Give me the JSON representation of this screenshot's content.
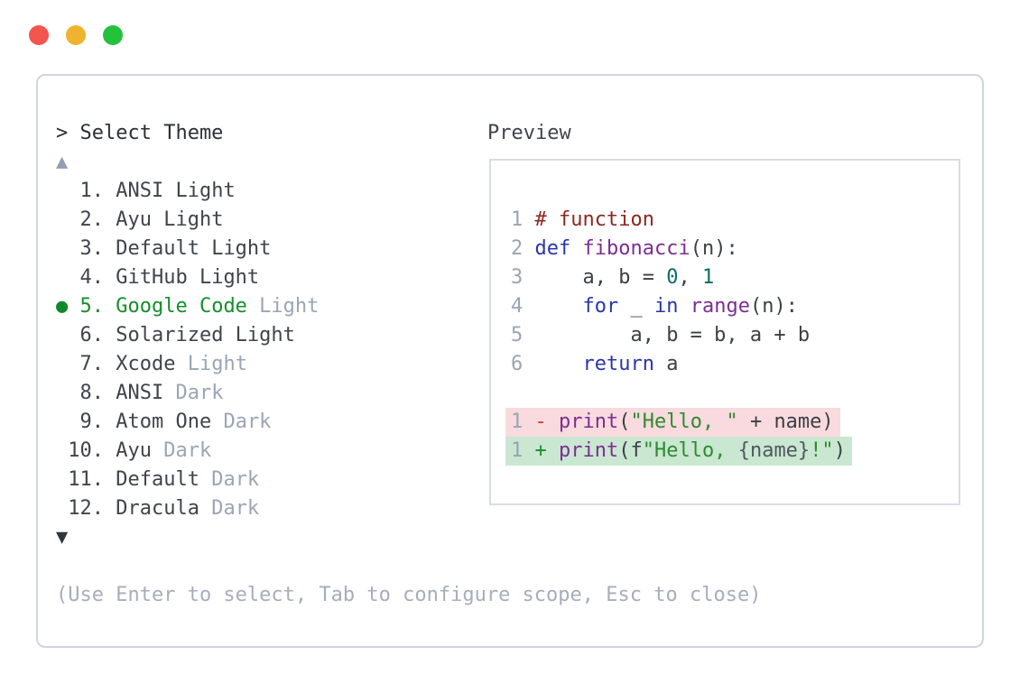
{
  "window": {
    "traffic_lights": [
      {
        "name": "close",
        "color": "#f2564f"
      },
      {
        "name": "minimize",
        "color": "#f0b32e"
      },
      {
        "name": "zoom",
        "color": "#24c13b"
      }
    ]
  },
  "dialog": {
    "title": "> Select Theme",
    "scroll_up_indicator": "▲",
    "scroll_down_indicator": "▼",
    "selected_bullet": "●",
    "footer_hint": "(Use Enter to select, Tab to configure scope, Esc to close)",
    "selected_color": "#148f2b",
    "themes": [
      {
        "number": "1",
        "name": "ANSI Light",
        "suffix": "",
        "selected": false
      },
      {
        "number": "2",
        "name": "Ayu Light",
        "suffix": "",
        "selected": false
      },
      {
        "number": "3",
        "name": "Default Light",
        "suffix": "",
        "selected": false
      },
      {
        "number": "4",
        "name": "GitHub Light",
        "suffix": "",
        "selected": false
      },
      {
        "number": "5",
        "name": "Google Code",
        "suffix": "Light",
        "selected": true
      },
      {
        "number": "6",
        "name": "Solarized Light",
        "suffix": "",
        "selected": false
      },
      {
        "number": "7",
        "name": "Xcode",
        "suffix": "Light",
        "selected": false
      },
      {
        "number": "8",
        "name": "ANSI",
        "suffix": "Dark",
        "selected": false
      },
      {
        "number": "9",
        "name": "Atom One",
        "suffix": "Dark",
        "selected": false
      },
      {
        "number": "10",
        "name": "Ayu",
        "suffix": "Dark",
        "selected": false
      },
      {
        "number": "11",
        "name": "Default",
        "suffix": "Dark",
        "selected": false
      },
      {
        "number": "12",
        "name": "Dracula",
        "suffix": "Dark",
        "selected": false
      }
    ]
  },
  "preview": {
    "label": "Preview",
    "syntax_colors": {
      "comment": "#8e2620",
      "keyword": "#2936aa",
      "function_name": "#7c2e91",
      "number_literal": "#0b6e64",
      "string": "#2e8b2f",
      "line_number": "#9aa5b4",
      "diff_removed_bg": "#f9dade",
      "diff_added_bg": "#c9e7d1"
    },
    "code": [
      {
        "tokens": [
          [
            "ln",
            "1"
          ],
          [
            "t",
            " "
          ],
          [
            "com",
            "# function"
          ]
        ]
      },
      {
        "tokens": [
          [
            "ln",
            "2"
          ],
          [
            "t",
            " "
          ],
          [
            "kw",
            "def"
          ],
          [
            "t",
            " "
          ],
          [
            "ti",
            "fibonacci"
          ],
          [
            "t",
            "(n):"
          ]
        ]
      },
      {
        "tokens": [
          [
            "ln",
            "3"
          ],
          [
            "t",
            "     a, b = "
          ],
          [
            "num",
            "0"
          ],
          [
            "t",
            ", "
          ],
          [
            "num",
            "1"
          ]
        ]
      },
      {
        "tokens": [
          [
            "ln",
            "4"
          ],
          [
            "t",
            "     "
          ],
          [
            "kw",
            "for"
          ],
          [
            "t",
            " _ "
          ],
          [
            "kw",
            "in"
          ],
          [
            "t",
            " "
          ],
          [
            "ti",
            "range"
          ],
          [
            "t",
            "(n):"
          ]
        ]
      },
      {
        "tokens": [
          [
            "ln",
            "5"
          ],
          [
            "t",
            "         a, b = b, a + b"
          ]
        ]
      },
      {
        "tokens": [
          [
            "ln",
            "6"
          ],
          [
            "t",
            "     "
          ],
          [
            "kw",
            "return"
          ],
          [
            "t",
            " a"
          ]
        ]
      },
      {
        "blank": true,
        "tokens": []
      },
      {
        "band": "removed",
        "tokens": [
          [
            "ln",
            "1"
          ],
          [
            "t",
            " "
          ],
          [
            "del",
            "-"
          ],
          [
            "t",
            " "
          ],
          [
            "ti",
            "print"
          ],
          [
            "t",
            "("
          ],
          [
            "str",
            "\"Hello, \""
          ],
          [
            "t",
            " + name)"
          ]
        ]
      },
      {
        "band": "added",
        "tokens": [
          [
            "ln",
            "1"
          ],
          [
            "t",
            " "
          ],
          [
            "add",
            "+"
          ],
          [
            "t",
            " "
          ],
          [
            "ti",
            "print"
          ],
          [
            "t",
            "(f"
          ],
          [
            "str",
            "\"Hello, "
          ],
          [
            "sub",
            "{name}"
          ],
          [
            "str",
            "!\""
          ],
          [
            "t",
            ")"
          ]
        ]
      }
    ]
  }
}
